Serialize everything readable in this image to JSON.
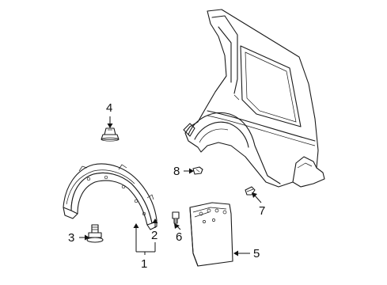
{
  "diagram": {
    "parts": [
      {
        "id": "1",
        "name": "fender-flare-assembly"
      },
      {
        "id": "2",
        "name": "fender-flare-molding"
      },
      {
        "id": "3",
        "name": "flange-bolt"
      },
      {
        "id": "4",
        "name": "push-clip"
      },
      {
        "id": "5",
        "name": "mud-flap"
      },
      {
        "id": "6",
        "name": "mud-flap-bolt"
      },
      {
        "id": "7",
        "name": "retainer-clip"
      },
      {
        "id": "8",
        "name": "trim-clip"
      }
    ],
    "labels": {
      "p1": "1",
      "p2": "2",
      "p3": "3",
      "p4": "4",
      "p5": "5",
      "p6": "6",
      "p7": "7",
      "p8": "8"
    },
    "colors": {
      "line": "#1a1a1a",
      "background": "#ffffff"
    }
  }
}
